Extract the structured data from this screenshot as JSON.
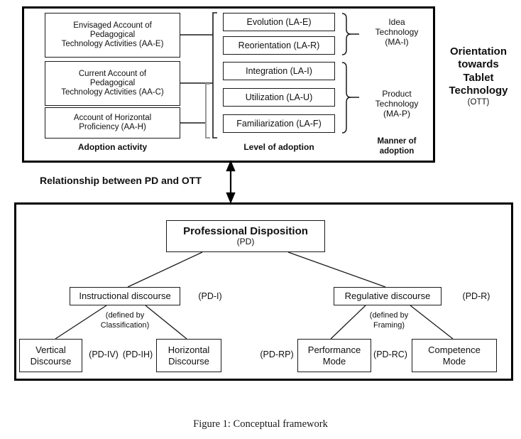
{
  "figure": {
    "caption": "Figure 1:  Conceptual framework"
  },
  "top_model": {
    "title_right": {
      "line1": "Orientation",
      "line2": "towards",
      "line3": "Tablet",
      "line4": "Technology",
      "code": "(OTT)"
    },
    "columns": [
      {
        "caption": "Adoption activity"
      },
      {
        "caption": "Level of adoption"
      },
      {
        "caption_line1": "Manner of",
        "caption_line2": "adoption"
      }
    ],
    "adoption_activity": [
      {
        "line1": "Envisaged Account of",
        "line2": "Pedagogical",
        "line3": "Technology Activities (AA-E)",
        "code": "AA-E"
      },
      {
        "line1": "Current Account of",
        "line2": "Pedagogical",
        "line3": "Technology Activities (AA-C)",
        "code": "AA-C"
      },
      {
        "line1": "Account of Horizontal",
        "line2": "Proficiency (AA-H)",
        "line3": "",
        "code": "AA-H"
      }
    ],
    "level_of_adoption": [
      {
        "label": "Evolution (LA-E)",
        "code": "LA-E"
      },
      {
        "label": "Reorientation (LA-R)",
        "code": "LA-R"
      },
      {
        "label": "Integration  (LA-I)",
        "code": "LA-I"
      },
      {
        "label": "Utilization  (LA-U)",
        "code": "LA-U"
      },
      {
        "label": "Familiarization (LA-F)",
        "code": "LA-F"
      }
    ],
    "manner_of_adoption": [
      {
        "line1": "Idea",
        "line2": "Technology",
        "code": "(MA-I)"
      },
      {
        "line1": "Product",
        "line2": "Technology",
        "code": "(MA-P)"
      }
    ]
  },
  "relationship_label": "Relationship between PD and OTT",
  "bottom_model": {
    "root": {
      "title": "Professional Disposition",
      "code": "(PD)"
    },
    "branches": [
      {
        "label": "Instructional discourse",
        "code": "(PD-I)",
        "defined_by_line1": "(defined by",
        "defined_by_line2": "Classification)",
        "children": [
          {
            "line1": "Vertical",
            "line2": "Discourse",
            "code": "(PD-IV)"
          },
          {
            "line1": "Horizontal",
            "line2": "Discourse",
            "code": "(PD-IH)"
          }
        ]
      },
      {
        "label": "Regulative discourse",
        "code": "(PD-R)",
        "defined_by_line1": "(defined by",
        "defined_by_line2": "Framing)",
        "children": [
          {
            "line1": "Performance",
            "line2": "Mode",
            "code": "(PD-RP)"
          },
          {
            "line1": "Competence",
            "line2": "Mode",
            "code": "(PD-RC)"
          }
        ]
      }
    ]
  },
  "colors": {
    "ink": "#1a1a1a",
    "frame": "#000000",
    "gray_bracket": "#9a9a9a",
    "page": "#ffffff"
  }
}
